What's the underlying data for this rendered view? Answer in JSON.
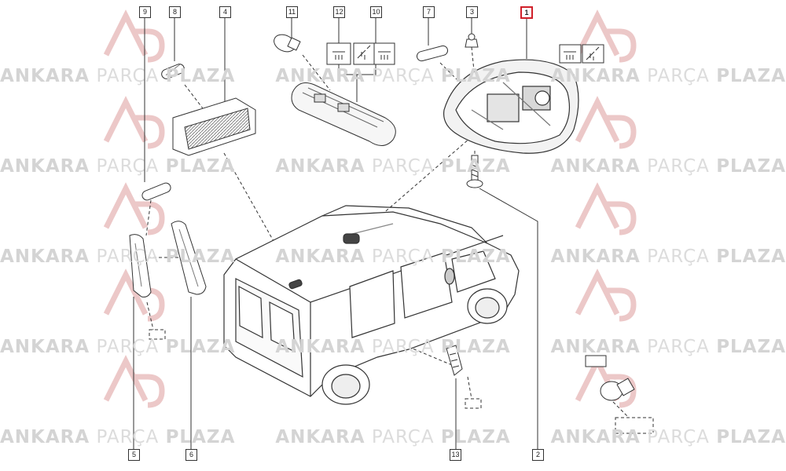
{
  "watermark": {
    "part_a": "ANKARA",
    "part_b": "PARÇA",
    "part_c": "PLAZA",
    "color": "#d4d4d4",
    "logo_color": "#e8c2c2"
  },
  "callouts": {
    "c1": "1",
    "c2": "2",
    "c3": "3",
    "c4": "4",
    "c5": "5",
    "c6": "6",
    "c7": "7",
    "c8": "8",
    "c9": "9",
    "c10": "10",
    "c11": "11",
    "c12": "12",
    "c13": "13"
  },
  "highlight_color": "#d0202a",
  "selected_part": "1"
}
